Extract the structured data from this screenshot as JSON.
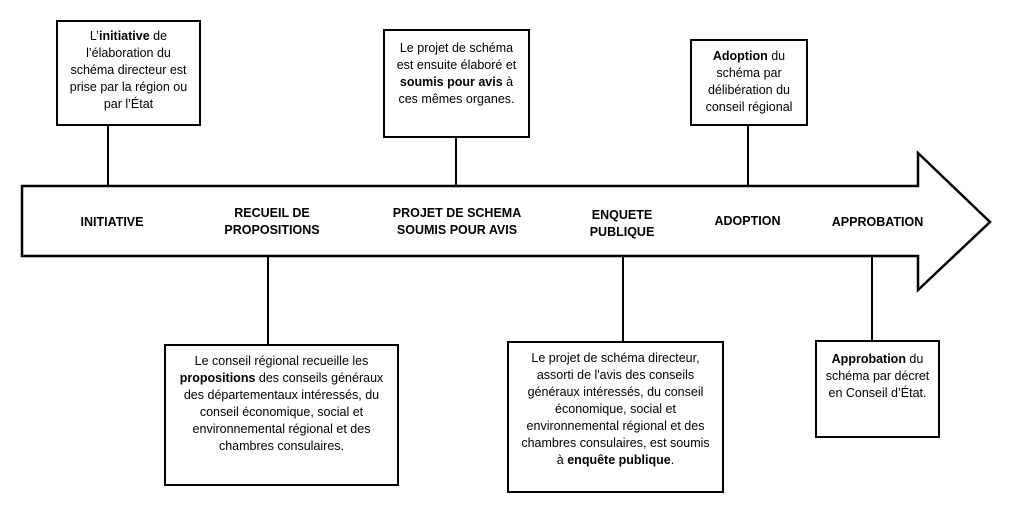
{
  "stages": [
    {
      "id": "initiative",
      "label": "INITIATIVE"
    },
    {
      "id": "recueil",
      "label": "RECUEIL DE\nPROPOSITIONS"
    },
    {
      "id": "projet",
      "label": "PROJET DE SCHEMA\nSOUMIS POUR AVIS"
    },
    {
      "id": "enquete",
      "label": "ENQUETE\nPUBLIQUE"
    },
    {
      "id": "adoption",
      "label": "ADOPTION"
    },
    {
      "id": "approbation",
      "label": "APPROBATION"
    }
  ],
  "notes": {
    "initiative": [
      {
        "t": "L’"
      },
      {
        "t": "initiative",
        "b": true
      },
      {
        "t": " de l’élaboration du schéma directeur est prise par la région ou par l’État"
      }
    ],
    "projet": [
      {
        "t": "Le projet de schéma est ensuite élaboré et "
      },
      {
        "t": "soumis pour avis",
        "b": true
      },
      {
        "t": " à ces mêmes organes."
      }
    ],
    "adoption": [
      {
        "t": "Adoption",
        "b": true
      },
      {
        "t": " du schéma par délibération du conseil régional"
      }
    ],
    "recueil": [
      {
        "t": "Le conseil régional recueille les "
      },
      {
        "t": "propositions",
        "b": true
      },
      {
        "t": " des conseils généraux des départementaux intéressés, du conseil économique, social et environnemental régional et des chambres consulaires."
      }
    ],
    "enquete": [
      {
        "t": "Le projet de schéma directeur, assorti de l'avis des conseils généraux intéressés, du conseil économique, social et environnemental régional et des chambres consulaires, est soumis à "
      },
      {
        "t": "enquête publique",
        "b": true
      },
      {
        "t": "."
      }
    ],
    "approbation": [
      {
        "t": "Approbation",
        "b": true
      },
      {
        "t": " du schéma par décret en Conseil d’État."
      }
    ]
  }
}
